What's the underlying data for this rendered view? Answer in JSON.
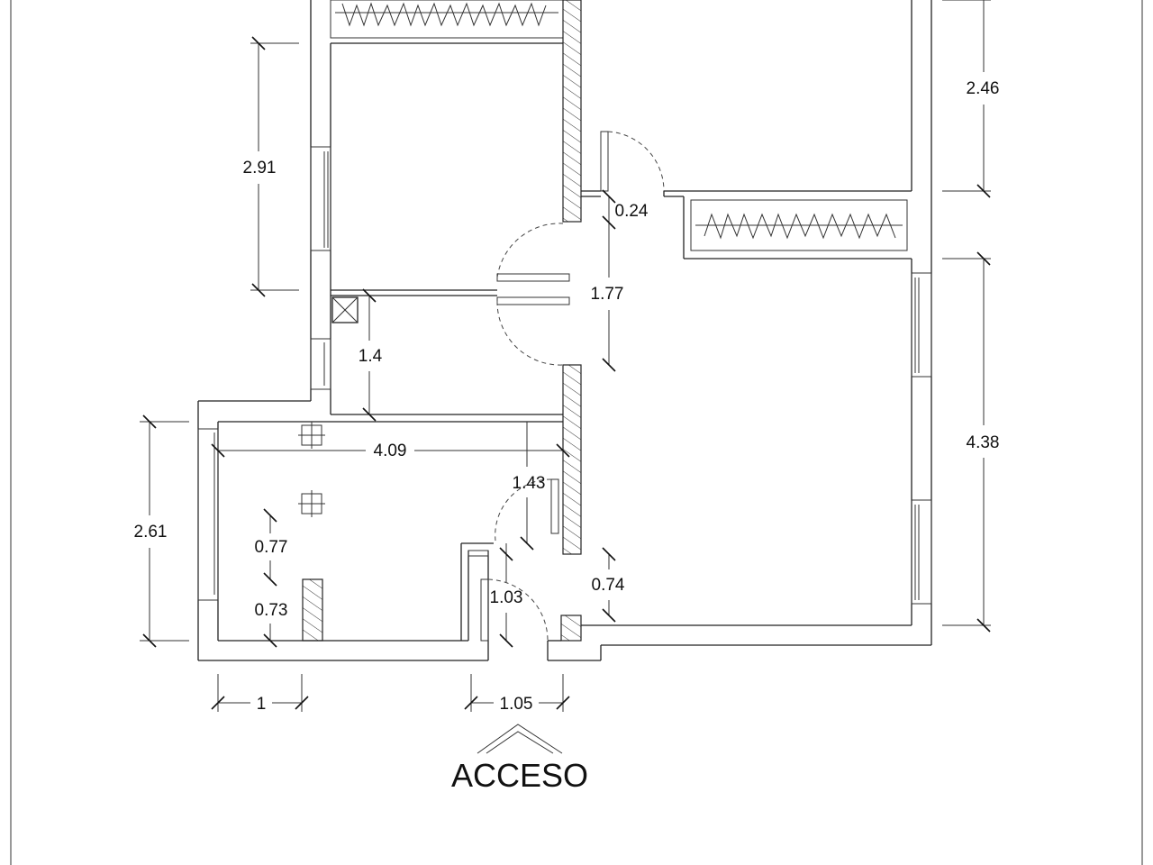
{
  "plan": {
    "entrance_label": "ACCESO",
    "dimensions": {
      "d_2_46": "2.46",
      "d_2_91": "2.91",
      "d_0_24": "0.24",
      "d_1_77": "1.77",
      "d_1_4": "1.4",
      "d_4_09": "4.09",
      "d_4_38": "4.38",
      "d_2_61": "2.61",
      "d_1_43": "1.43",
      "d_0_77": "0.77",
      "d_0_74": "0.74",
      "d_0_73": "0.73",
      "d_1_03": "1.03",
      "d_1": "1",
      "d_1_05": "1.05"
    }
  }
}
